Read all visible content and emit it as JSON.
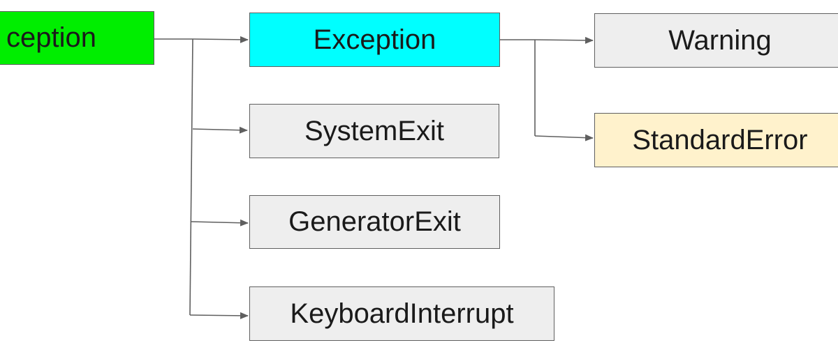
{
  "diagram": {
    "colors": {
      "root": "#00ee00",
      "exception": "#00ffff",
      "default": "#eeeeee",
      "standard_error": "#fff2cc",
      "edge": "#5f5f5f"
    },
    "nodes": {
      "base_exception": "ception",
      "exception": "Exception",
      "system_exit": "SystemExit",
      "generator_exit": "GeneratorExit",
      "keyboard_interrupt": "KeyboardInterrupt",
      "warning": "Warning",
      "standard_error": "StandardError"
    }
  }
}
